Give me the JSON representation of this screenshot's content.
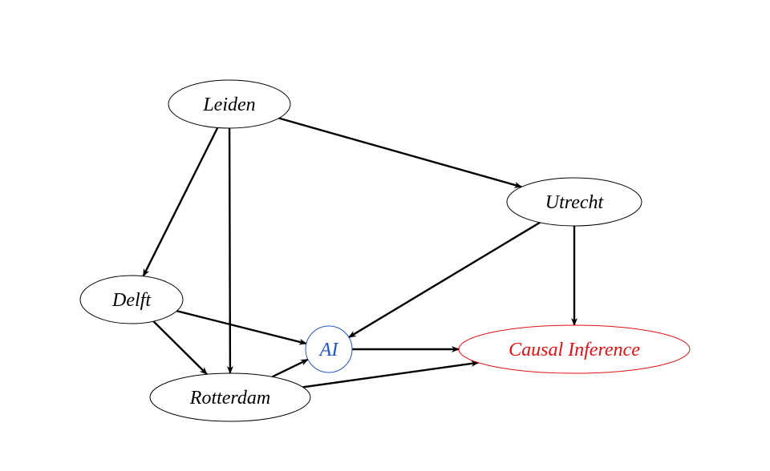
{
  "diagram": {
    "type": "directed-graph",
    "nodes": [
      {
        "id": "leiden",
        "label": "Leiden",
        "color": "#000000",
        "shape": "ellipse"
      },
      {
        "id": "utrecht",
        "label": "Utrecht",
        "color": "#000000",
        "shape": "ellipse"
      },
      {
        "id": "delft",
        "label": "Delft",
        "color": "#000000",
        "shape": "ellipse"
      },
      {
        "id": "ai",
        "label": "AI",
        "color": "#2255bb",
        "shape": "circle"
      },
      {
        "id": "causal",
        "label": "Causal Inference",
        "color": "#dd1111",
        "shape": "ellipse"
      },
      {
        "id": "rotterdam",
        "label": "Rotterdam",
        "color": "#000000",
        "shape": "ellipse"
      }
    ],
    "edges": [
      {
        "from": "leiden",
        "to": "utrecht"
      },
      {
        "from": "leiden",
        "to": "delft"
      },
      {
        "from": "leiden",
        "to": "rotterdam"
      },
      {
        "from": "utrecht",
        "to": "ai"
      },
      {
        "from": "utrecht",
        "to": "causal"
      },
      {
        "from": "delft",
        "to": "ai"
      },
      {
        "from": "delft",
        "to": "rotterdam"
      },
      {
        "from": "rotterdam",
        "to": "ai"
      },
      {
        "from": "rotterdam",
        "to": "causal"
      },
      {
        "from": "ai",
        "to": "causal"
      }
    ]
  }
}
